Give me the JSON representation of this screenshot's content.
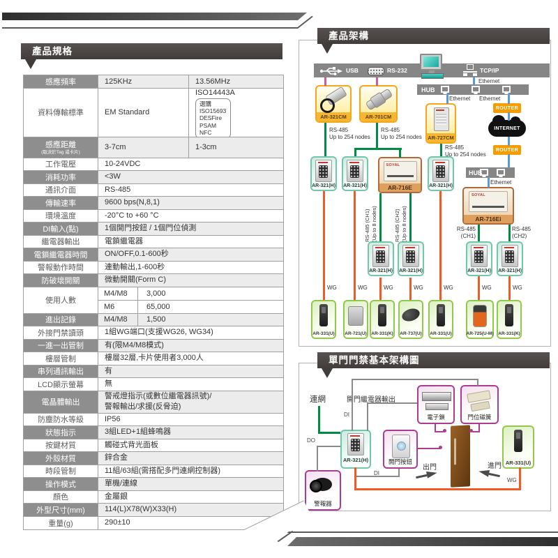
{
  "page": {
    "spec_header": "產品規格",
    "arch_header": "產品架構",
    "door_header": "單門門禁基本架構圖"
  },
  "spec_table": {
    "rows": [
      {
        "label": "感應頻率",
        "cells": [
          "125KHz",
          "13.56MHz"
        ]
      },
      {
        "label": "資料傳輸標準",
        "cells": [
          "EM Standard",
          "ISO14443A"
        ],
        "option_box": {
          "title": "選購",
          "items": [
            "ISO15693",
            "DESFire",
            "PSAM",
            "NFC"
          ]
        }
      },
      {
        "label": "感應距離",
        "sublabel": "(取決於Tag 或卡片)",
        "cells": [
          "3-7cm",
          "1-3cm"
        ]
      },
      {
        "label": "工作電壓",
        "value": "10-24VDC"
      },
      {
        "label": "消耗功率",
        "value": "<3W"
      },
      {
        "label": "通訊介面",
        "value": "RS-485"
      },
      {
        "label": "傳輸速率",
        "value": "9600 bps(N,8,1)"
      },
      {
        "label": "環境溫度",
        "value": "-20°C to +60 °C"
      },
      {
        "label": "DI輸入(點)",
        "value": "1個開門按鈕 / 1個門位偵測"
      },
      {
        "label": "繼電器輸出",
        "value": "電鎖繼電器"
      },
      {
        "label": "電鎖繼電器時間",
        "value": "ON/OFF,0.1-600秒"
      },
      {
        "label": "警報動作時間",
        "value": "連動輸出,1-600秒"
      },
      {
        "label": "防破壞開關",
        "value": "微動開關(Form C)"
      },
      {
        "label": "使用人數",
        "subrows": [
          [
            "M4/M8",
            "3,000"
          ],
          [
            "M6",
            "65,000"
          ]
        ]
      },
      {
        "label": "進出記錄",
        "subrows": [
          [
            "M4/M8",
            "1,500"
          ]
        ]
      },
      {
        "label": "外接門禁讀頭",
        "value": "1組WG端口(支援WG26, WG34)"
      },
      {
        "label": "一進一出管制",
        "value": "有(限M4/M8模式)"
      },
      {
        "label": "樓層管制",
        "value": "樓層32層,卡片使用者3,000人"
      },
      {
        "label": "串列通訊輸出",
        "value": "有"
      },
      {
        "label": "LCD顯示螢幕",
        "value": "無"
      },
      {
        "label": "電晶體輸出",
        "value": "警戒燈指示(或數位繼電器訊號)/\n警報輸出/求援(反脅迫)"
      },
      {
        "label": "防塵防水等級",
        "value": "IP56"
      },
      {
        "label": "狀態指示",
        "value": "3組LED+1組蜂鳴器"
      },
      {
        "label": "按鍵材質",
        "value": "觸碰式背光面板"
      },
      {
        "label": "外殼材質",
        "value": "鋅合金"
      },
      {
        "label": "時段管制",
        "value": "11組/63組(需搭配多門連網控制器)"
      },
      {
        "label": "操作模式",
        "value": "單機/連線"
      },
      {
        "label": "顏色",
        "value": "金屬銀"
      },
      {
        "label": "外型尺寸(mm)",
        "value": "114(L)X78(W)X33(H)"
      },
      {
        "label": "重量(g)",
        "value": "290±10"
      }
    ]
  },
  "arch": {
    "bar": {
      "usb": "USB",
      "rs232": "RS-232",
      "tcpip": "TCP/IP"
    },
    "hub": "HUB",
    "ethernet": "Ethernet",
    "router": "ROUTER",
    "internet": "INTERNET",
    "brand": "SOYAL",
    "converters": [
      {
        "name": "AR-321CM"
      },
      {
        "name": "AR-701CM"
      },
      {
        "name": "AR-727CM"
      }
    ],
    "rs485_nodes": "RS-485\nUp to 254 nodes",
    "controller1": "AR-716E",
    "controller2": "AR-716Ei",
    "ch1_long": "RS-485 (CH1)\n(Up to 8 nodes)",
    "ch2_long": "RS-485 (CH2)\n(Up to 8 nodes)",
    "ch1_short": "RS-485\n(CH1)",
    "ch2_short": "RS-485\n(CH2)",
    "keypad_label": "AR-321(H)",
    "wg_label": "WG",
    "readers": [
      "AR-331(U)",
      "AR-721(U)",
      "AR-331(K)",
      "AR-737(U)",
      "AR-331(U)",
      "AR-725(U-M)",
      "AR-331(K)"
    ]
  },
  "door": {
    "network": "連網",
    "relay_out": "開門繼電器輸出",
    "di": "DI",
    "do": "DO",
    "di2": "DI",
    "lock": "電子鎖",
    "reed": "門位磁簧",
    "button": "開門按鈕",
    "keypad": "AR-321(H)",
    "reader": "AR-331(U)",
    "siren": "警報器",
    "exit": "出門",
    "enter": "進門",
    "wg": "WG"
  }
}
